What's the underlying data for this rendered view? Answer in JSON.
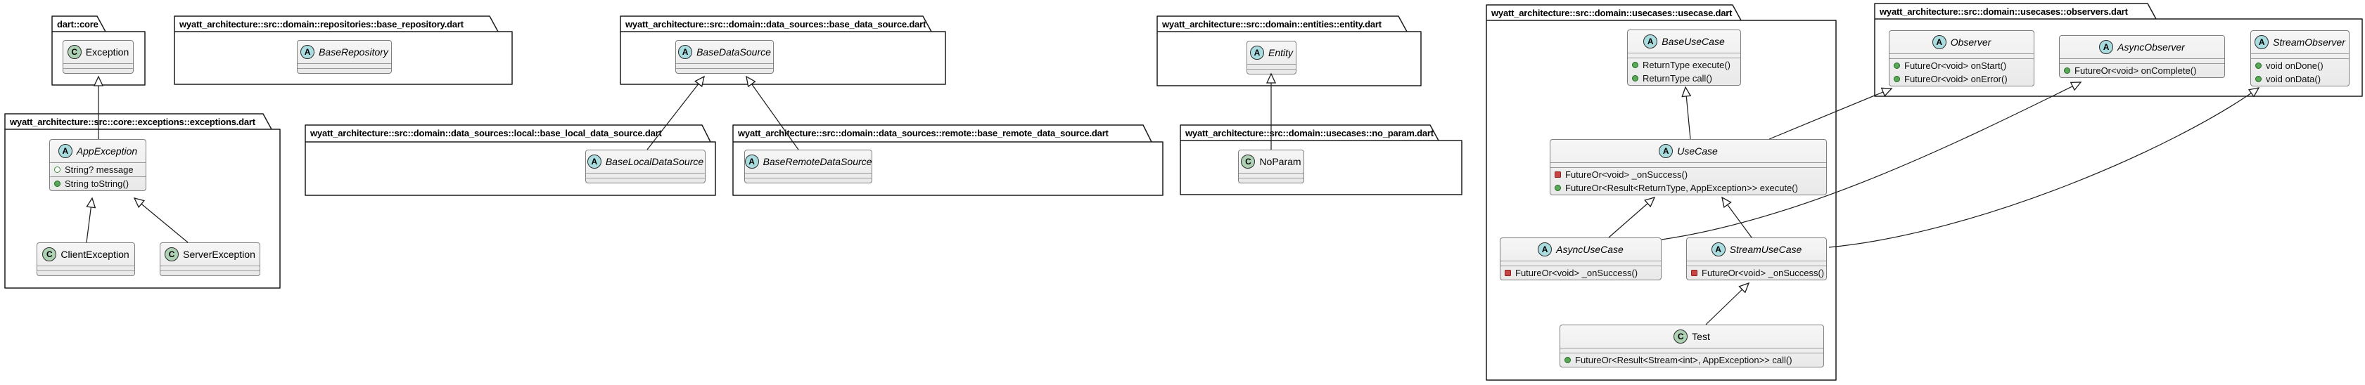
{
  "letters": {
    "abstract": "A",
    "class": "C"
  },
  "colors": {
    "background": "#FFFFFF",
    "package_border": "#1B1B1B",
    "class_border": "#7F7F7F",
    "class_fill": "#F1F1F1",
    "abstract_icon_fill": "#A9DCDF",
    "class_icon_fill": "#ADD1B2",
    "public_marker": "#5AA75A",
    "private_marker": "#C84545"
  },
  "packages": {
    "dart_core": {
      "title": "dart::core"
    },
    "exceptions": {
      "title": "wyatt_architecture::src::core::exceptions::exceptions.dart"
    },
    "base_repository": {
      "title": "wyatt_architecture::src::domain::repositories::base_repository.dart"
    },
    "base_data_source": {
      "title": "wyatt_architecture::src::domain::data_sources::base_data_source.dart"
    },
    "local_data_source": {
      "title": "wyatt_architecture::src::domain::data_sources::local::base_local_data_source.dart"
    },
    "remote_data_source": {
      "title": "wyatt_architecture::src::domain::data_sources::remote::base_remote_data_source.dart"
    },
    "entity": {
      "title": "wyatt_architecture::src::domain::entities::entity.dart"
    },
    "no_param": {
      "title": "wyatt_architecture::src::domain::usecases::no_param.dart"
    },
    "usecase": {
      "title": "wyatt_architecture::src::domain::usecases::usecase.dart"
    },
    "observers": {
      "title": "wyatt_architecture::src::domain::usecases::observers.dart"
    }
  },
  "classes": {
    "exception": {
      "kind": "class",
      "name": "Exception"
    },
    "app_exception": {
      "kind": "abstract",
      "name": "AppException",
      "fields": [
        {
          "access": "public",
          "sig": "String? message"
        }
      ],
      "methods": [
        {
          "access": "public",
          "sig": "String toString()"
        }
      ]
    },
    "client_exception": {
      "kind": "class",
      "name": "ClientException"
    },
    "server_exception": {
      "kind": "class",
      "name": "ServerException"
    },
    "base_repository": {
      "kind": "abstract",
      "name": "BaseRepository"
    },
    "base_data_source": {
      "kind": "abstract",
      "name": "BaseDataSource"
    },
    "base_local_data_source": {
      "kind": "abstract",
      "name": "BaseLocalDataSource"
    },
    "base_remote_data_source": {
      "kind": "abstract",
      "name": "BaseRemoteDataSource"
    },
    "entity": {
      "kind": "abstract",
      "name": "Entity"
    },
    "no_param": {
      "kind": "class",
      "name": "NoParam"
    },
    "base_use_case": {
      "kind": "abstract",
      "name": "BaseUseCase",
      "methods": [
        {
          "access": "public",
          "sig": "ReturnType execute()"
        },
        {
          "access": "public",
          "sig": "ReturnType call()"
        }
      ]
    },
    "use_case": {
      "kind": "abstract",
      "name": "UseCase",
      "methods": [
        {
          "access": "private",
          "sig": "FutureOr<void> _onSuccess()"
        },
        {
          "access": "public",
          "sig": "FutureOr<Result<ReturnType, AppException>> execute()"
        }
      ]
    },
    "async_use_case": {
      "kind": "abstract",
      "name": "AsyncUseCase",
      "methods": [
        {
          "access": "private",
          "sig": "FutureOr<void> _onSuccess()"
        }
      ]
    },
    "stream_use_case": {
      "kind": "abstract",
      "name": "StreamUseCase",
      "methods": [
        {
          "access": "private",
          "sig": "FutureOr<void> _onSuccess()"
        }
      ]
    },
    "test": {
      "kind": "class",
      "name": "Test",
      "methods": [
        {
          "access": "public",
          "sig": "FutureOr<Result<Stream<int>, AppException>> call()"
        }
      ]
    },
    "observer": {
      "kind": "abstract",
      "name": "Observer",
      "methods": [
        {
          "access": "public",
          "sig": "FutureOr<void> onStart()"
        },
        {
          "access": "public",
          "sig": "FutureOr<void> onError()"
        }
      ]
    },
    "async_observer": {
      "kind": "abstract",
      "name": "AsyncObserver",
      "methods": [
        {
          "access": "public",
          "sig": "FutureOr<void> onComplete()"
        }
      ]
    },
    "stream_observer": {
      "kind": "abstract",
      "name": "StreamObserver",
      "methods": [
        {
          "access": "public",
          "sig": "void onDone()"
        },
        {
          "access": "public",
          "sig": "void onData()"
        }
      ]
    }
  },
  "relations": [
    {
      "from": "AppException",
      "to": "Exception",
      "type": "extends"
    },
    {
      "from": "ClientException",
      "to": "AppException",
      "type": "extends"
    },
    {
      "from": "ServerException",
      "to": "AppException",
      "type": "extends"
    },
    {
      "from": "BaseLocalDataSource",
      "to": "BaseDataSource",
      "type": "extends"
    },
    {
      "from": "BaseRemoteDataSource",
      "to": "BaseDataSource",
      "type": "extends"
    },
    {
      "from": "NoParam",
      "to": "Entity",
      "type": "extends"
    },
    {
      "from": "UseCase",
      "to": "BaseUseCase",
      "type": "extends"
    },
    {
      "from": "AsyncUseCase",
      "to": "UseCase",
      "type": "extends"
    },
    {
      "from": "StreamUseCase",
      "to": "UseCase",
      "type": "extends"
    },
    {
      "from": "Test",
      "to": "StreamUseCase",
      "type": "extends"
    },
    {
      "from": "UseCase",
      "to": "Observer",
      "type": "implements"
    },
    {
      "from": "AsyncUseCase",
      "to": "AsyncObserver",
      "type": "implements"
    },
    {
      "from": "StreamUseCase",
      "to": "StreamObserver",
      "type": "implements"
    }
  ]
}
